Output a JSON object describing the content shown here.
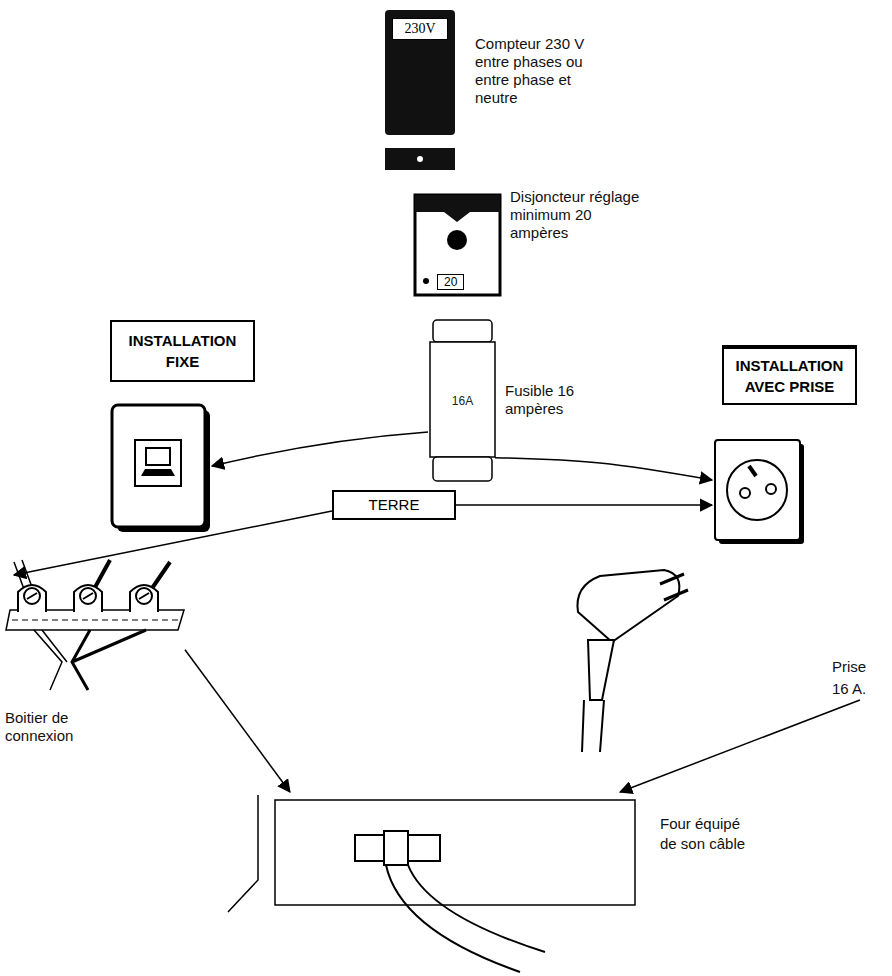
{
  "diagram": {
    "nodes": [
      {
        "text": [
          "230V"
        ]
      },
      {
        "text": [
          "20"
        ]
      },
      {
        "text": [
          "16A"
        ]
      },
      {
        "text": [
          "INSTALLATION FIXE"
        ]
      },
      {
        "text": [
          "INSTALLATION AVEC PRISE"
        ]
      },
      {
        "text": [
          "TERRE"
        ]
      },
      {
        "text": [
          "Boitier de connexion"
        ]
      },
      {
        "text": [
          "Prise 16 A."
        ]
      },
      {
        "text": [
          "Four équipé de son câble"
        ]
      }
    ],
    "edges": [
      {
        "from": 2,
        "to": 7,
        "arrow": "to"
      },
      {
        "from": 5,
        "to": 7,
        "arrow": "to"
      },
      {
        "from": 5,
        "to": 6,
        "arrow": "to"
      },
      {
        "from": 6,
        "to": 8,
        "arrow": "to"
      },
      {
        "from": 7,
        "to": 8,
        "arrow": "to"
      }
    ],
    "labels": [
      "Compteur 230 V entre phases ou entre phase et neutre",
      "Disjoncteur réglage minimum 20 ampères",
      "Fusible 16 ampères"
    ]
  }
}
